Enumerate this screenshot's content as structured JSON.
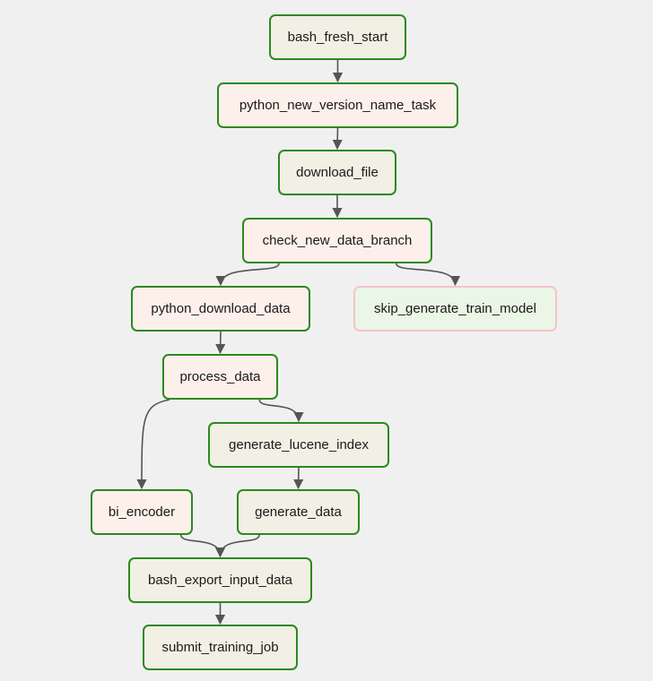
{
  "nodes": {
    "bash_fresh_start": "bash_fresh_start",
    "python_new_version_name_task": "python_new_version_name_task",
    "download_file": "download_file",
    "check_new_data_branch": "check_new_data_branch",
    "python_download_data": "python_download_data",
    "skip_generate_train_model": "skip_generate_train_model",
    "process_data": "process_data",
    "generate_lucene_index": "generate_lucene_index",
    "bi_encoder": "bi_encoder",
    "generate_data": "generate_data",
    "bash_export_input_data": "bash_export_input_data",
    "submit_training_job": "submit_training_job"
  },
  "edges": [
    [
      "bash_fresh_start",
      "python_new_version_name_task"
    ],
    [
      "python_new_version_name_task",
      "download_file"
    ],
    [
      "download_file",
      "check_new_data_branch"
    ],
    [
      "check_new_data_branch",
      "python_download_data"
    ],
    [
      "check_new_data_branch",
      "skip_generate_train_model"
    ],
    [
      "python_download_data",
      "process_data"
    ],
    [
      "process_data",
      "bi_encoder"
    ],
    [
      "process_data",
      "generate_lucene_index"
    ],
    [
      "generate_lucene_index",
      "generate_data"
    ],
    [
      "bi_encoder",
      "bash_export_input_data"
    ],
    [
      "generate_data",
      "bash_export_input_data"
    ],
    [
      "bash_export_input_data",
      "submit_training_job"
    ]
  ],
  "colors": {
    "border": "#2b8a1e",
    "skipped_border": "#f6c3c9",
    "edge": "#555555",
    "background": "#f0f0f0"
  }
}
